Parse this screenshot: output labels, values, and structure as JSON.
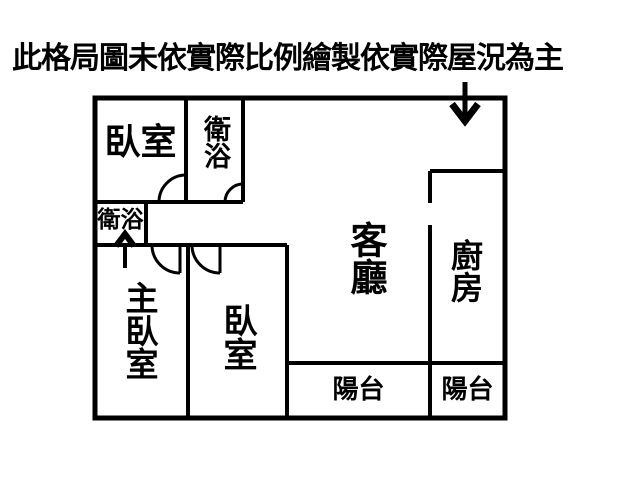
{
  "title": "此格局圖未依實際比例繪製依實際屋況為主",
  "colors": {
    "background": "#ffffff",
    "line": "#000000",
    "text": "#000000"
  },
  "rooms": {
    "bedroom_top": {
      "label": "臥室"
    },
    "bathroom_top": {
      "label": "衛浴"
    },
    "bathroom_small": {
      "label": "衛浴"
    },
    "master_bedroom": {
      "label": "主臥室"
    },
    "bedroom_lower": {
      "label": "臥室"
    },
    "living_room": {
      "label": "客廳"
    },
    "kitchen": {
      "label": "廚房"
    },
    "balcony_left": {
      "label": "陽台"
    },
    "balcony_right": {
      "label": "陽台"
    }
  },
  "annotations": {
    "entry_arrow_icon": "down-arrow",
    "bathroom_access_arrow_icon": "up-arrow"
  }
}
